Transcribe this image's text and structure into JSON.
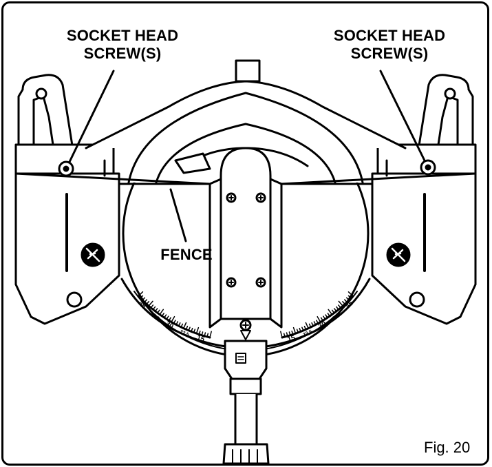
{
  "labels": {
    "left_callout": [
      "SOCKET HEAD",
      "SCREW(S)"
    ],
    "right_callout": [
      "SOCKET HEAD",
      "SCREW(S)"
    ],
    "fence": "FENCE",
    "figure": "Fig. 20"
  },
  "miter_scale": {
    "left_marks": [
      "45",
      "31.6",
      "30",
      "22.5",
      "15"
    ],
    "right_marks": [
      "15",
      "22.5",
      "30",
      "31.6",
      "45"
    ]
  }
}
